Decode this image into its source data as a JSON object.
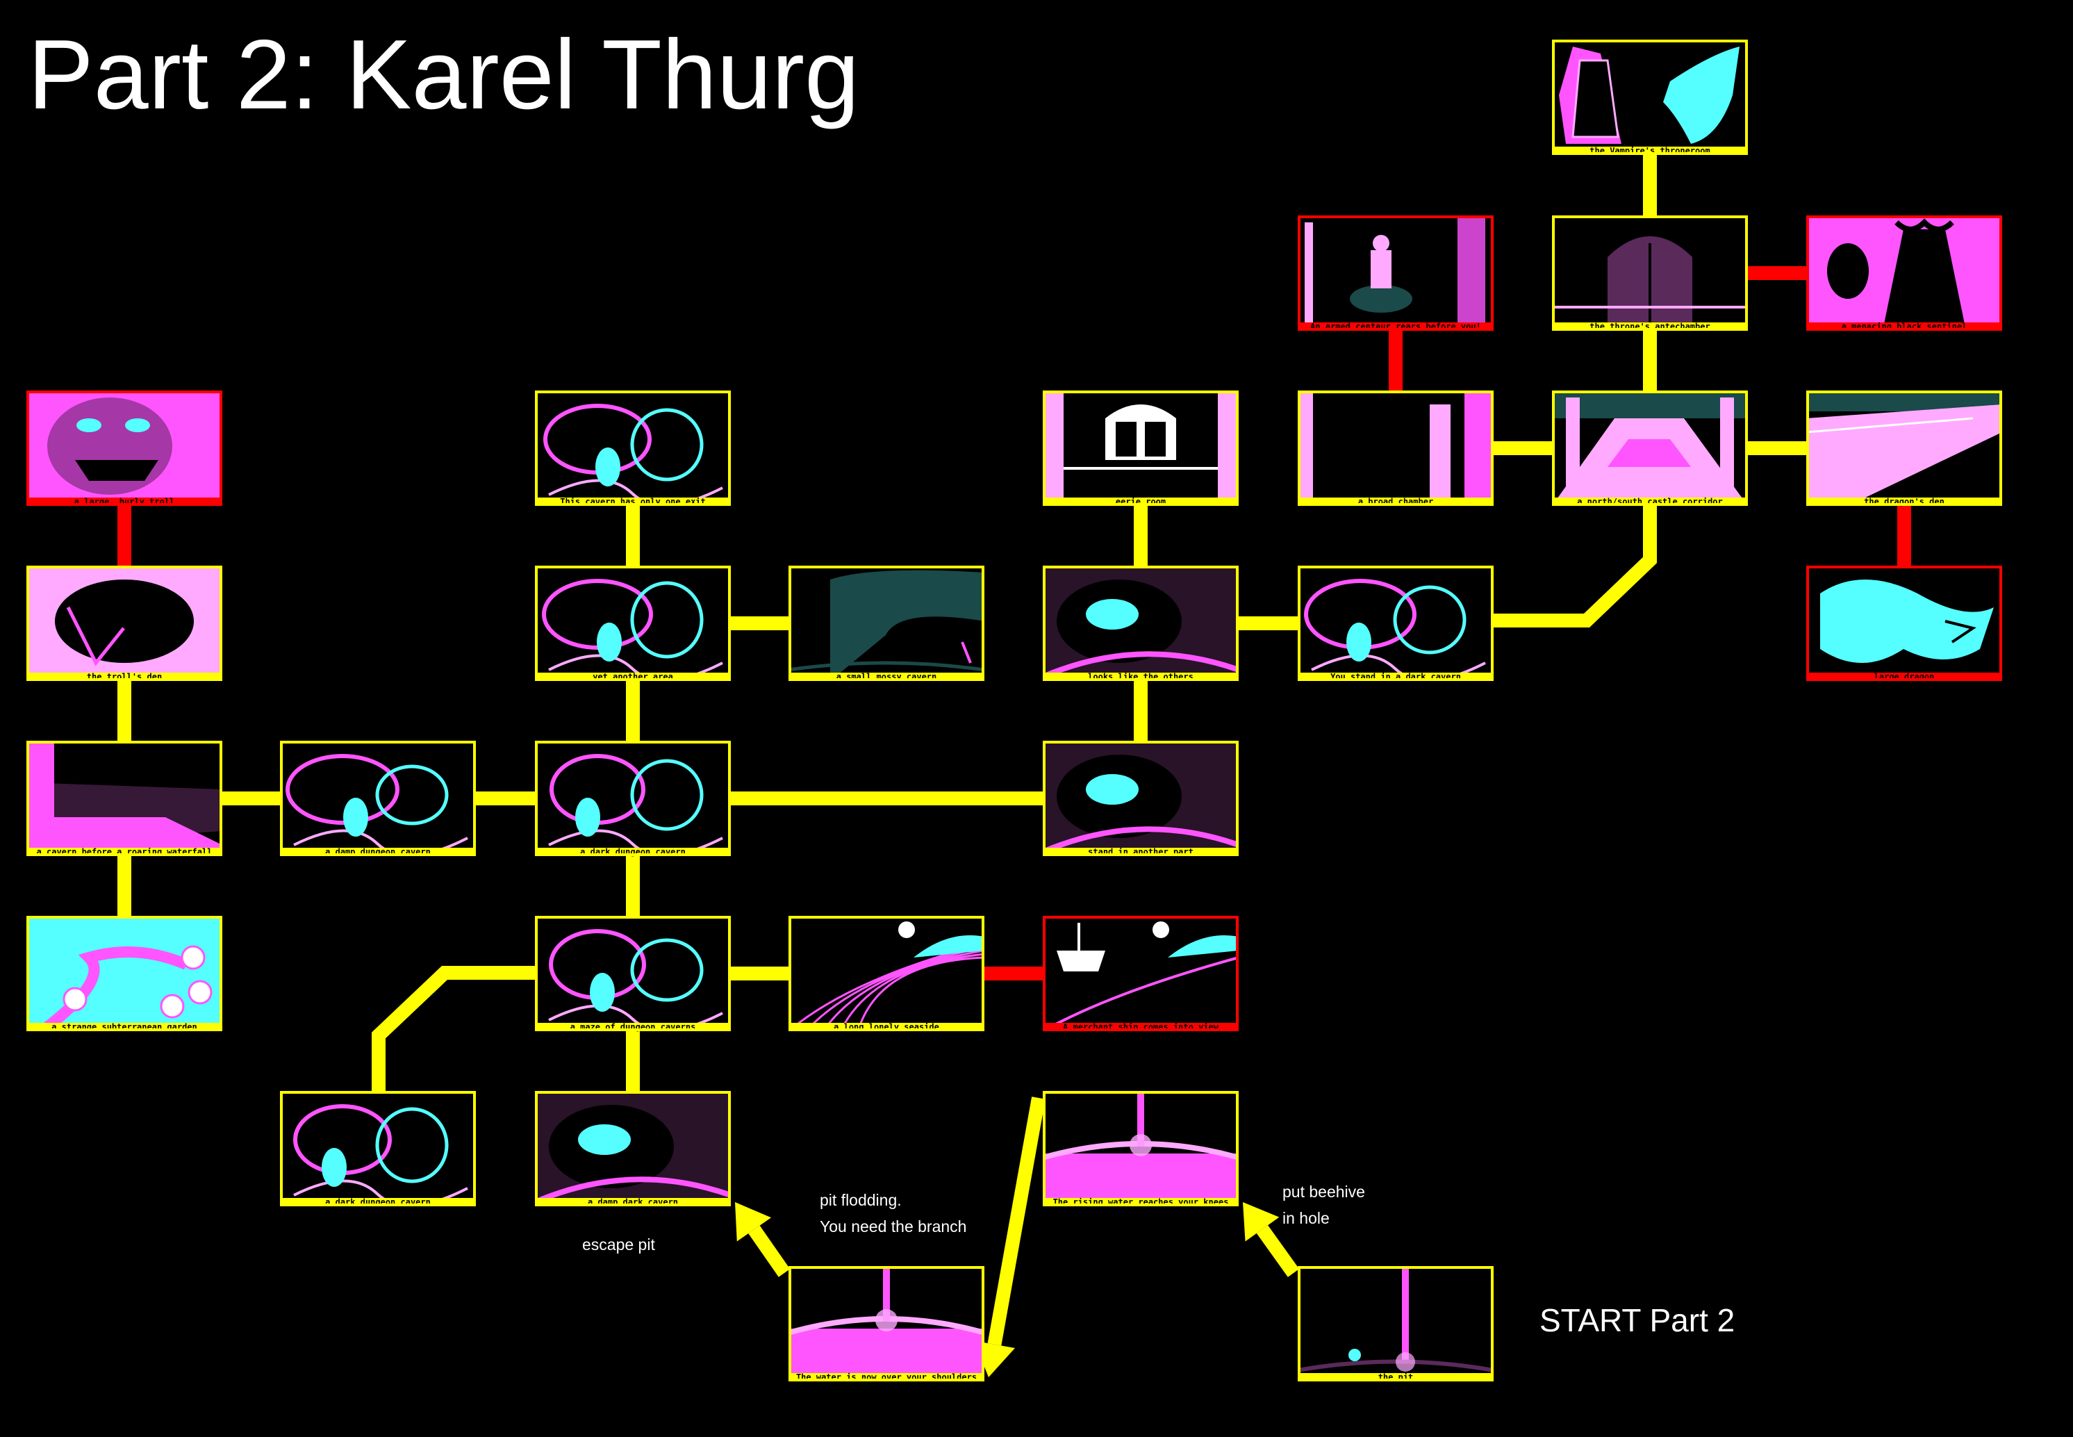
{
  "title": "Part 2: Karel Thurg",
  "start_label": "START Part 2",
  "notes": {
    "escape": "escape pit",
    "flood_line1": "pit flodding.",
    "flood_line2": "You need the branch",
    "beehive_line1": "put beehive",
    "beehive_line2": "in hole"
  },
  "colors": {
    "background": "#000000",
    "path": "#ffff00",
    "danger_path": "#ff0000",
    "magenta": "#ff55ff",
    "cyan": "#55ffff",
    "pink": "#ffaaff",
    "purple": "#5a2a5a",
    "teal": "#1a4a4a"
  },
  "rooms": [
    {
      "id": "vampire_throne",
      "caption": "the Vampire's throneroom",
      "border": "yellow",
      "scene": "vampire-dragon-icon"
    },
    {
      "id": "centaur",
      "caption": "An armed centaur rears before you!",
      "border": "red",
      "scene": "centaur-icon"
    },
    {
      "id": "antechamber",
      "caption": "the throne's antechamber",
      "border": "yellow",
      "scene": "door-icon"
    },
    {
      "id": "sentinel",
      "caption": "a menacing black sentinel",
      "border": "red",
      "scene": "sentinel-icon"
    },
    {
      "id": "troll",
      "caption": "a large, burly troll",
      "border": "red",
      "scene": "troll-icon"
    },
    {
      "id": "one_exit",
      "caption": "This cavern has only one exit",
      "border": "yellow",
      "scene": "cavern-icon"
    },
    {
      "id": "eerie",
      "caption": "eerie room",
      "border": "yellow",
      "scene": "window-icon"
    },
    {
      "id": "broad_chamber",
      "caption": "a broad chamber",
      "border": "yellow",
      "scene": "chamber-icon"
    },
    {
      "id": "corridor",
      "caption": "a north/south castle corridor",
      "border": "yellow",
      "scene": "corridor-icon"
    },
    {
      "id": "dragons_den",
      "caption": "the dragon's den",
      "border": "yellow",
      "scene": "den-icon"
    },
    {
      "id": "trolls_den",
      "caption": "the troll's den",
      "border": "yellow",
      "scene": "lair-icon"
    },
    {
      "id": "yet_another",
      "caption": "yet another area",
      "border": "yellow",
      "scene": "cavern-icon"
    },
    {
      "id": "mossy",
      "caption": "a small mossy cavern",
      "border": "yellow",
      "scene": "mossy-icon"
    },
    {
      "id": "looks_like",
      "caption": "looks like the others",
      "border": "yellow",
      "scene": "tunnel-icon"
    },
    {
      "id": "dark_cavern_stand",
      "caption": "You stand in a dark cavern",
      "border": "yellow",
      "scene": "cavern-icon"
    },
    {
      "id": "large_dragon",
      "caption": "large dragon",
      "border": "red",
      "scene": "dragon-icon"
    },
    {
      "id": "waterfall",
      "caption": "a cavern before a roaring waterfall",
      "border": "yellow",
      "scene": "waterfall-icon"
    },
    {
      "id": "damp_dungeon_1",
      "caption": "a damp dungeon cavern",
      "border": "yellow",
      "scene": "cavern-icon"
    },
    {
      "id": "dark_dungeon",
      "caption": "a dark dungeon cavern",
      "border": "yellow",
      "scene": "cavern-icon"
    },
    {
      "id": "another_part",
      "caption": "stand in another part",
      "border": "yellow",
      "scene": "tunnel-icon"
    },
    {
      "id": "garden",
      "caption": "a strange subterranean garden",
      "border": "yellow",
      "scene": "garden-icon"
    },
    {
      "id": "maze",
      "caption": "a maze of dungeon caverns",
      "border": "yellow",
      "scene": "cavern-icon"
    },
    {
      "id": "seaside",
      "caption": "a long lonely seaside",
      "border": "yellow",
      "scene": "seaside-icon"
    },
    {
      "id": "merchant_ship",
      "caption": "A merchant ship comes into view",
      "border": "red",
      "scene": "ship-icon"
    },
    {
      "id": "dark_dungeon_2",
      "caption": "a dark dungeon cavern",
      "border": "yellow",
      "scene": "cavern-icon"
    },
    {
      "id": "damp_dark",
      "caption": "a damp dark cavern",
      "border": "yellow",
      "scene": "tunnel-icon"
    },
    {
      "id": "rising_water",
      "caption": "The rising water reaches your knees",
      "border": "yellow",
      "scene": "flood-icon"
    },
    {
      "id": "water_shoulders",
      "caption": "The water is now over your shoulders",
      "border": "yellow",
      "scene": "flood-icon"
    },
    {
      "id": "the_pit",
      "caption": "the pit",
      "border": "yellow",
      "scene": "pit-icon"
    }
  ],
  "connections": [
    {
      "from": "vampire_throne",
      "to": "antechamber",
      "kind": "path"
    },
    {
      "from": "antechamber",
      "to": "sentinel",
      "kind": "danger"
    },
    {
      "from": "antechamber",
      "to": "corridor",
      "kind": "path"
    },
    {
      "from": "centaur",
      "to": "broad_chamber",
      "kind": "danger"
    },
    {
      "from": "broad_chamber",
      "to": "corridor",
      "kind": "path"
    },
    {
      "from": "corridor",
      "to": "dragons_den",
      "kind": "path"
    },
    {
      "from": "dragons_den",
      "to": "large_dragon",
      "kind": "danger"
    },
    {
      "from": "corridor",
      "to": "dark_cavern_stand",
      "kind": "path"
    },
    {
      "from": "troll",
      "to": "trolls_den",
      "kind": "danger"
    },
    {
      "from": "one_exit",
      "to": "yet_another",
      "kind": "path"
    },
    {
      "from": "eerie",
      "to": "looks_like",
      "kind": "path"
    },
    {
      "from": "trolls_den",
      "to": "waterfall",
      "kind": "path"
    },
    {
      "from": "yet_another",
      "to": "mossy",
      "kind": "path"
    },
    {
      "from": "yet_another",
      "to": "dark_dungeon",
      "kind": "path"
    },
    {
      "from": "looks_like",
      "to": "dark_cavern_stand",
      "kind": "path"
    },
    {
      "from": "looks_like",
      "to": "another_part",
      "kind": "path"
    },
    {
      "from": "waterfall",
      "to": "damp_dungeon_1",
      "kind": "path"
    },
    {
      "from": "damp_dungeon_1",
      "to": "dark_dungeon",
      "kind": "path"
    },
    {
      "from": "dark_dungeon",
      "to": "another_part",
      "kind": "path"
    },
    {
      "from": "waterfall",
      "to": "garden",
      "kind": "path"
    },
    {
      "from": "dark_dungeon",
      "to": "maze",
      "kind": "path"
    },
    {
      "from": "maze",
      "to": "seaside",
      "kind": "path"
    },
    {
      "from": "seaside",
      "to": "merchant_ship",
      "kind": "danger"
    },
    {
      "from": "maze",
      "to": "damp_dark",
      "kind": "path"
    },
    {
      "from": "maze",
      "to": "dark_dungeon_2",
      "kind": "path"
    },
    {
      "from": "water_shoulders",
      "to": "damp_dark",
      "kind": "arrow"
    },
    {
      "from": "rising_water",
      "to": "water_shoulders",
      "kind": "arrow"
    },
    {
      "from": "the_pit",
      "to": "rising_water",
      "kind": "arrow"
    }
  ]
}
